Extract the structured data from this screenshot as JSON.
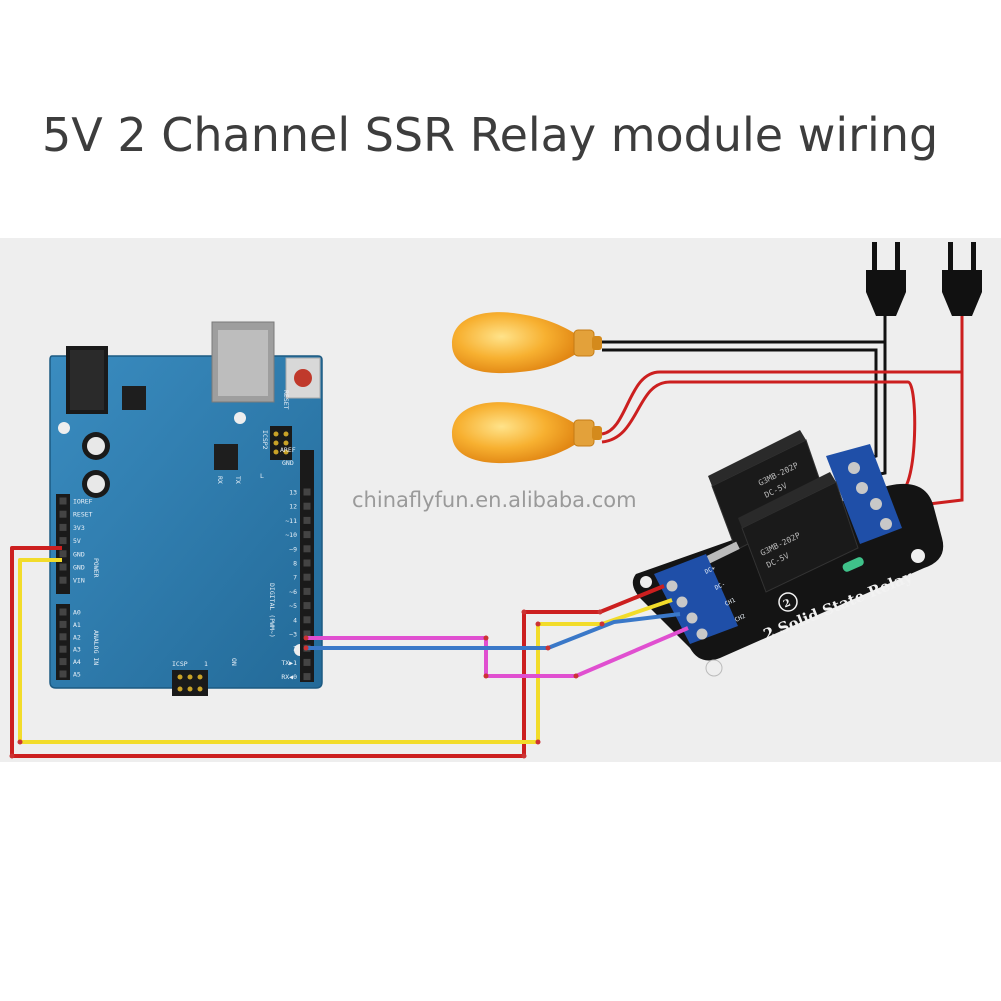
{
  "title": "5V 2 Channel SSR Relay module wiring",
  "watermark": "chinaflyfun.en.alibaba.com",
  "arduino": {
    "reset_label": "RESET",
    "icsp2_label": "ICSP2",
    "aref": "AREF",
    "gnd": "GND",
    "digital_pins": [
      "13",
      "12",
      "~11",
      "~10",
      "~9",
      "8",
      "7",
      "~6",
      "~5",
      "4",
      "~3",
      "2",
      "TX▶1",
      "RX◀0"
    ],
    "tx_label": "TX",
    "rx_label": "RX",
    "l_label": "L",
    "digital_label": "DIGITAL (PWM~)",
    "power_pins": [
      "IOREF",
      "RESET",
      "3V3",
      "5V",
      "GND",
      "GND",
      "VIN"
    ],
    "power_label": "POWER",
    "analog_pins": [
      "A0",
      "A1",
      "A2",
      "A3",
      "A4",
      "A5"
    ],
    "analog_label": "ANALOG IN",
    "icsp_label": "ICSP",
    "icsp_num": "1",
    "on_label": "ON"
  },
  "relay_module": {
    "label": "2 Solid State Relay",
    "channel_num": "2",
    "input_pins": [
      "DC+",
      "DC-",
      "CH1",
      "CH2"
    ],
    "chip_text_1": "G3MB-202P",
    "chip_text_2": "DC-5V",
    "chip_text_3": "G3MB-202P",
    "chip_text_4": "DC-5V"
  },
  "colors": {
    "background_band": "#eeeeee",
    "arduino_board": "#2e7fb0",
    "wire_red": "#cc1f1f",
    "wire_yellow": "#f2dc2a",
    "wire_blue": "#3a78c8",
    "wire_magenta": "#e04fd0",
    "wire_black": "#111111",
    "bulb": "#f5a623"
  }
}
